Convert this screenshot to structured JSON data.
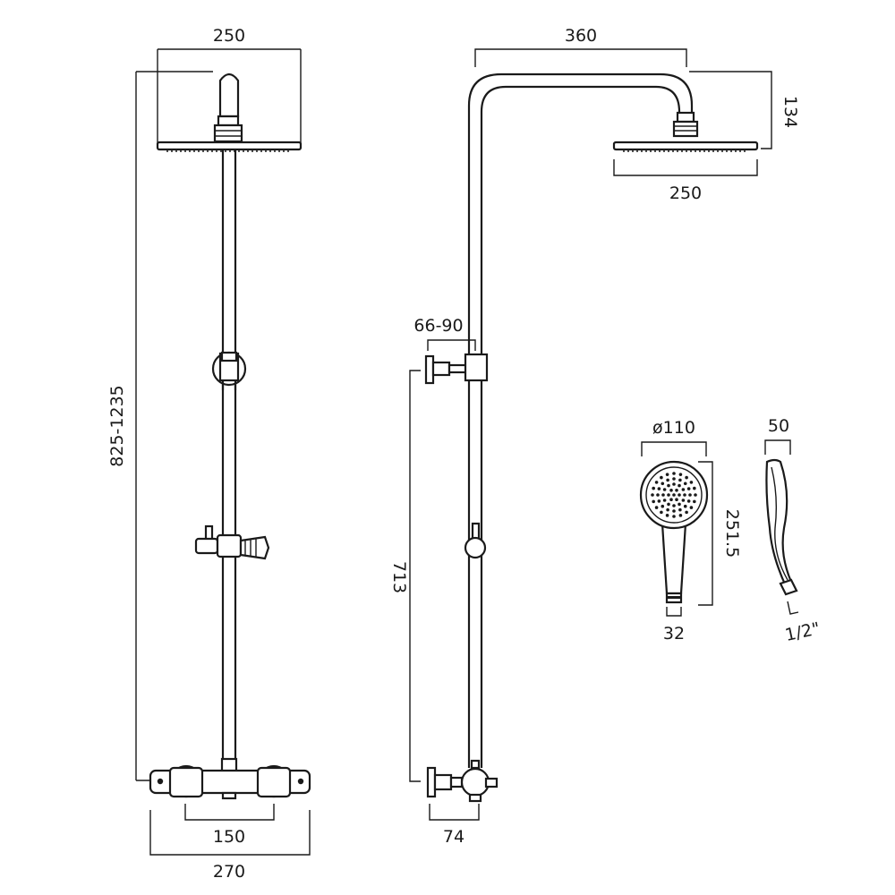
{
  "labels": {
    "front_head_width": "250",
    "front_height_range": "825-1235",
    "front_inner_centres": "150",
    "front_body_width": "270",
    "side_arm_projection": "360",
    "side_head_height": "134",
    "side_head_width": "250",
    "side_bracket_depth": "66-90",
    "side_valve_height": "713",
    "side_valve_depth": "74",
    "handset_diameter": "ø110",
    "handset_length": "251.5",
    "handset_neck": "32",
    "handset_side_depth": "50",
    "handset_thread": "1/2\""
  }
}
